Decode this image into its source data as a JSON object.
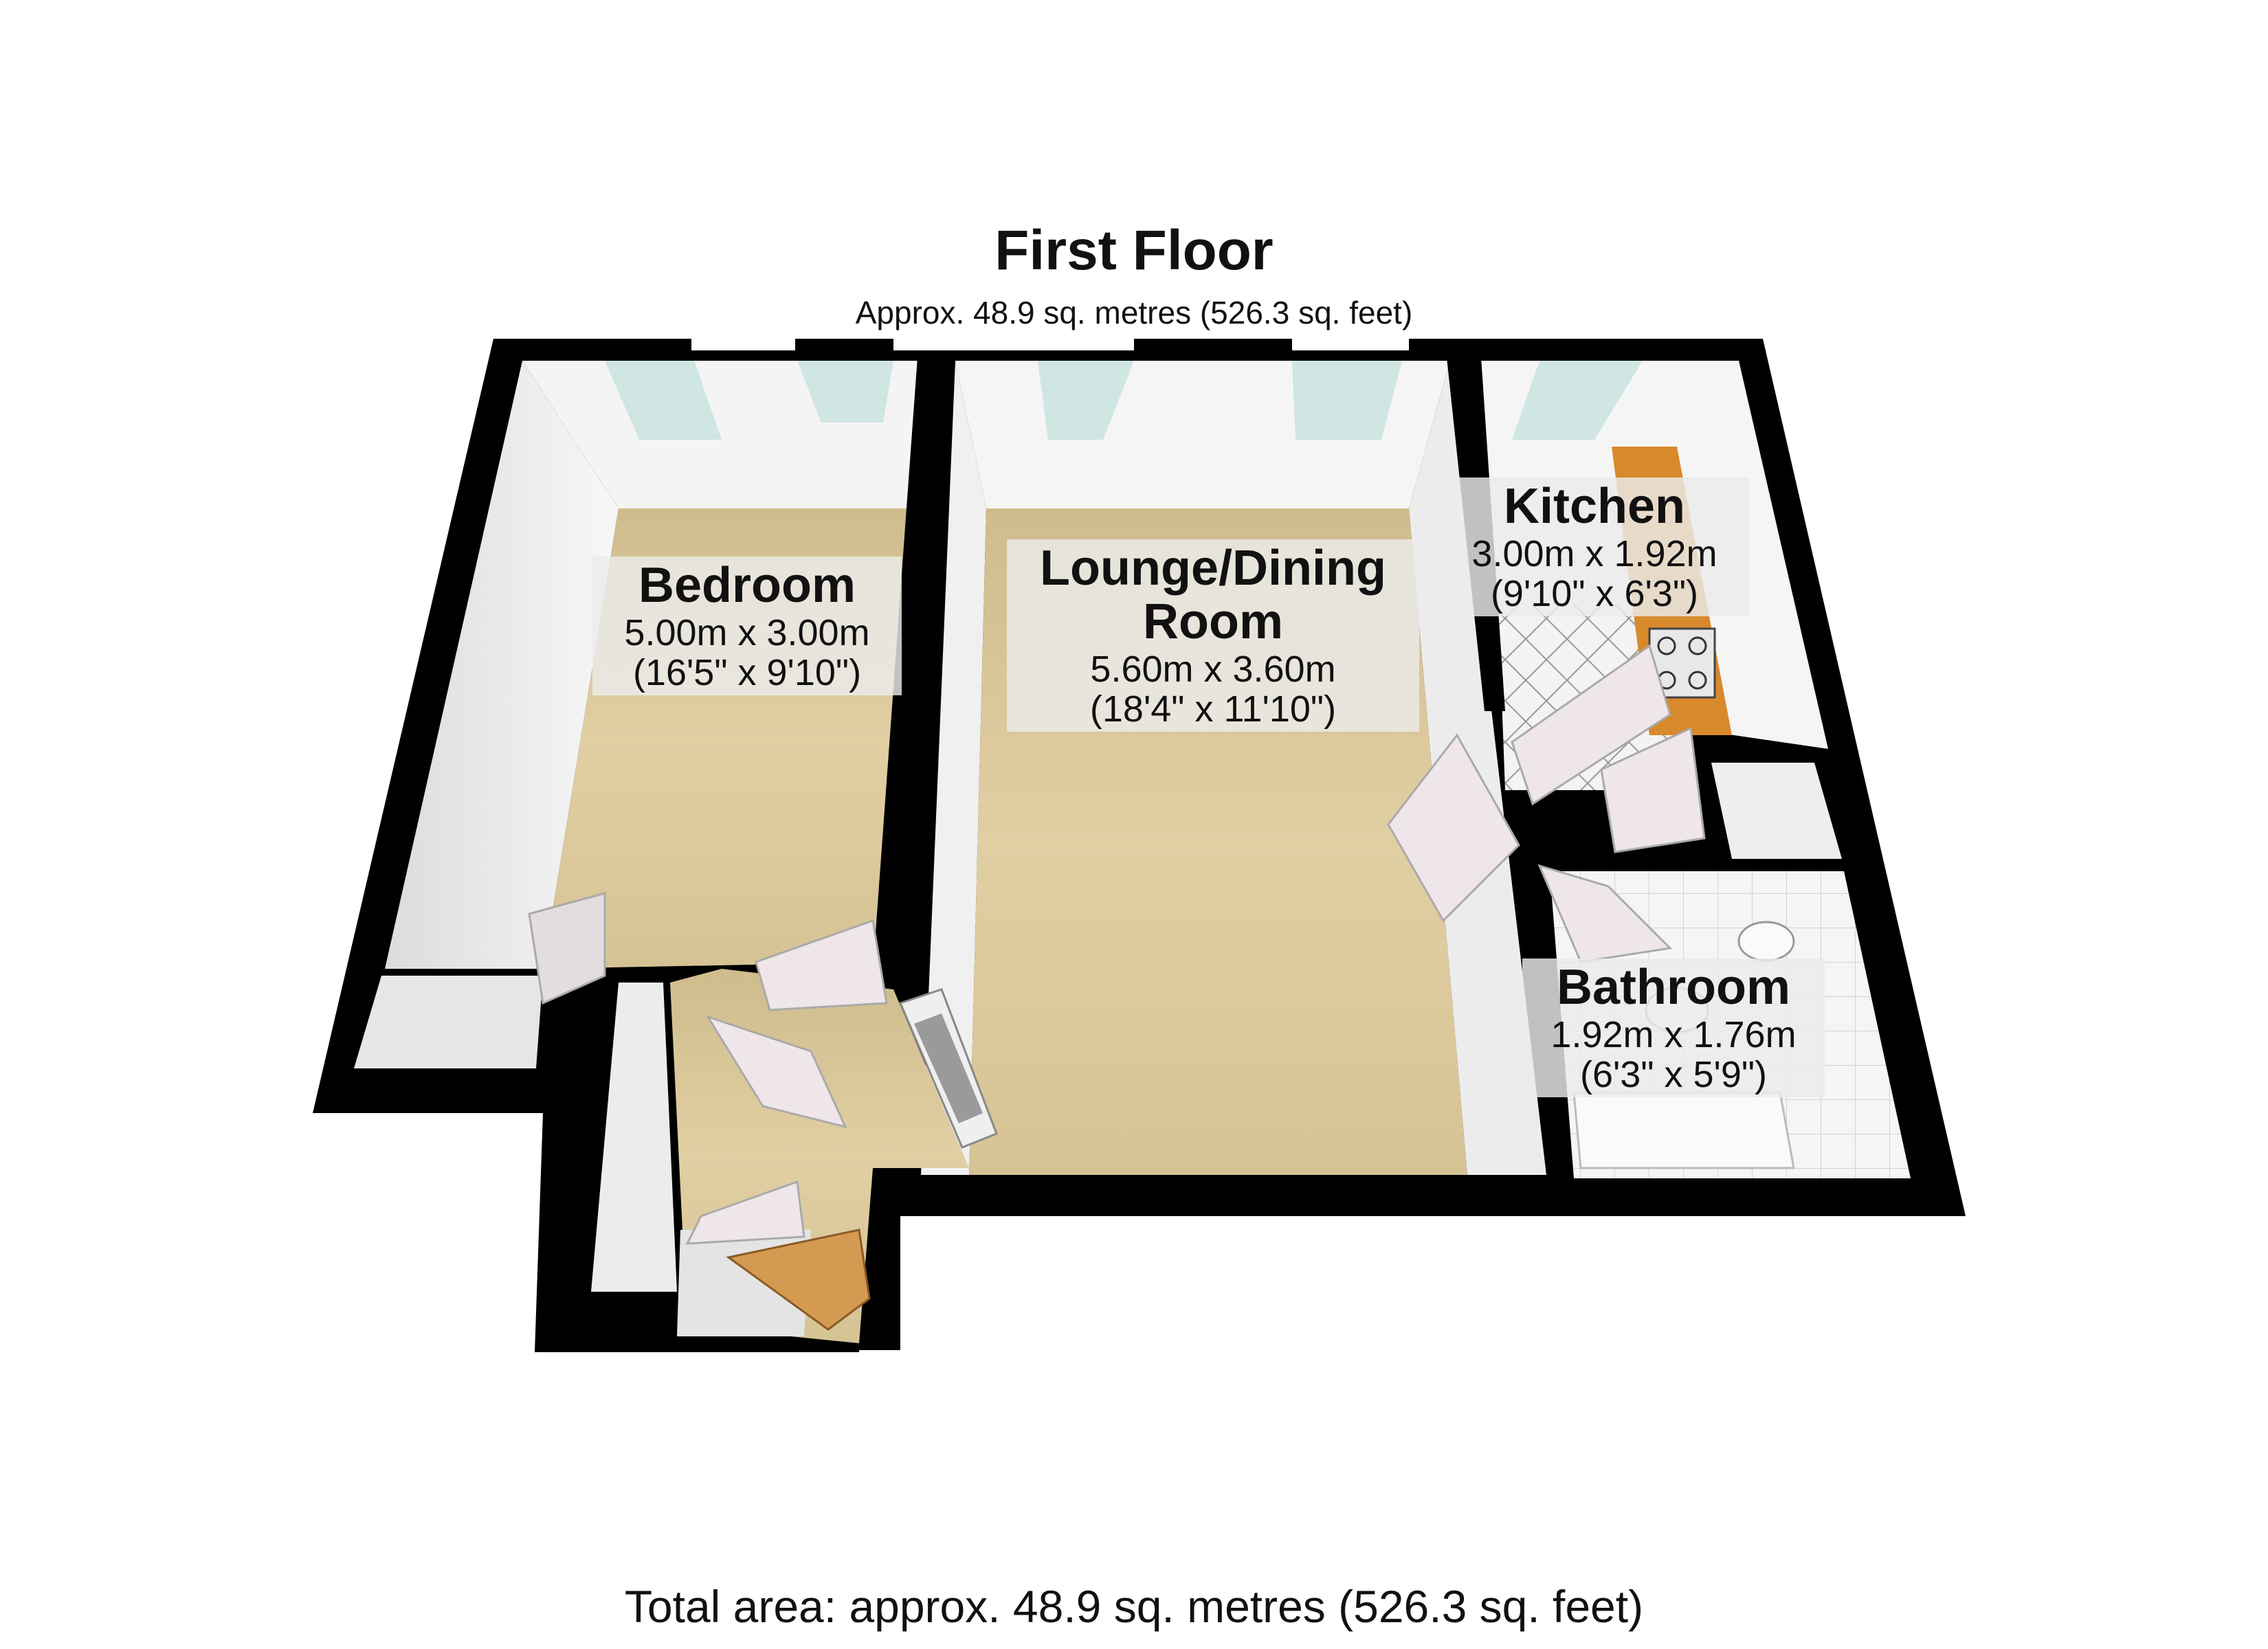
{
  "floor": {
    "title": "First Floor",
    "area": "Approx. 48.9 sq. metres (526.3 sq. feet)"
  },
  "rooms": {
    "bedroom": {
      "name": "Bedroom",
      "metric": "5.00m x 3.00m",
      "imperial": "(16'5\" x 9'10\")"
    },
    "lounge": {
      "name_line1": "Lounge/Dining",
      "name_line2": "Room",
      "metric": "5.60m x 3.60m",
      "imperial": "(18'4\" x 11'10\")"
    },
    "kitchen": {
      "name": "Kitchen",
      "metric": "3.00m x 1.92m",
      "imperial": "(9'10\" x 6'3\")"
    },
    "bathroom": {
      "name": "Bathroom",
      "metric": "1.92m x 1.76m",
      "imperial": "(6'3\" x 5'9\")"
    }
  },
  "total": "Total area: approx. 48.9 sq. metres (526.3 sq. feet)",
  "colors": {
    "wall": "#000000",
    "carpet": "#d8c59a",
    "inner_wall": "#f2f2f2",
    "window": "#cfe6e2",
    "worktop": "#d8892c",
    "door": "#efe6ea",
    "tile": "#f4f4f4"
  }
}
